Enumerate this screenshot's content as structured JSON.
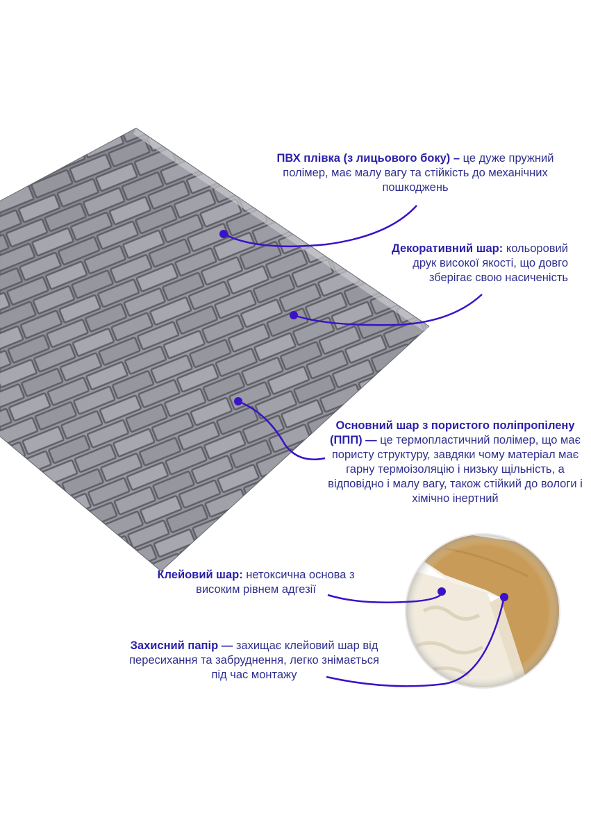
{
  "colors": {
    "accent": "#3a12c8",
    "panel": "#8e8e96",
    "panel_dark": "#5e5e66",
    "paper": "#c79a55",
    "foam": "#f3ede0"
  },
  "callouts": {
    "pvc": {
      "title": "ПВХ плівка (з лицьового боку) –",
      "desc": " це дуже пружний полімер, має малу вагу та стійкість до механічних пошкоджень"
    },
    "decor": {
      "title": "Декоративний шар:",
      "desc": "  кольоровий друк високої якості, що довго зберігає свою насиченість"
    },
    "base": {
      "title": "Основний шар з пористого поліпропілену (ППП) —",
      "desc": " це термопластичний полімер, що має пористу структуру, завдяки чому матеріал має гарну термоізоляцію і низьку щільність, а відповідно і малу вагу, також стійкий до вологи і хімічно інертний"
    },
    "adhesive": {
      "title": "Клейовий шар:",
      "desc": " нетоксична основа з високим рівнем адгезії"
    },
    "paper": {
      "title": "Захисний папір —",
      "desc": " захищає клейовий шар від пересихання та забруднення, легко знімається під час монтажу"
    }
  }
}
